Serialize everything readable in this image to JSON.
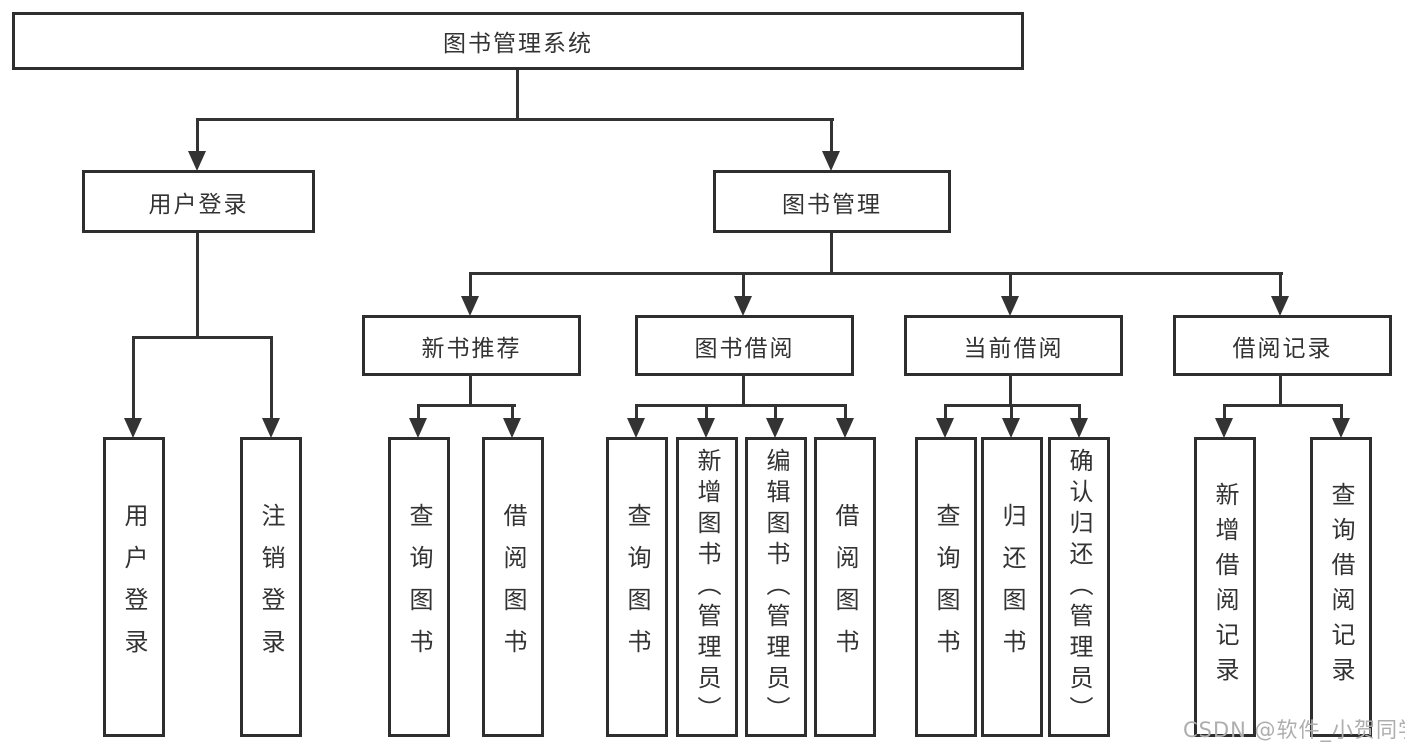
{
  "diagram_title": "图书管理系统",
  "colors": {
    "line": "#333333",
    "box_border": "#2e2e2e",
    "box_fill": "#ffffff",
    "text": "#333333",
    "watermark": "#aeaeae"
  },
  "nodes": {
    "root": "图书管理系统",
    "level2": [
      "用户登录",
      "图书管理"
    ],
    "level3": [
      "新书推荐",
      "图书借阅",
      "当前借阅",
      "借阅记录"
    ],
    "user_login_children": [
      "用户登录",
      "注销登录"
    ],
    "new_book_children": [
      "查询图书",
      "借阅图书"
    ],
    "book_borrow_children": [
      "查询图书",
      "新增图书（管理员）",
      "编辑图书（管理员）",
      "借阅图书"
    ],
    "current_borrow_children": [
      "查询图书",
      "归还图书",
      "确认归还（管理员）"
    ],
    "borrow_record_children": [
      "新增借阅记录",
      "查询借阅记录"
    ]
  },
  "watermark": "CSDN @软件_小贺同学"
}
